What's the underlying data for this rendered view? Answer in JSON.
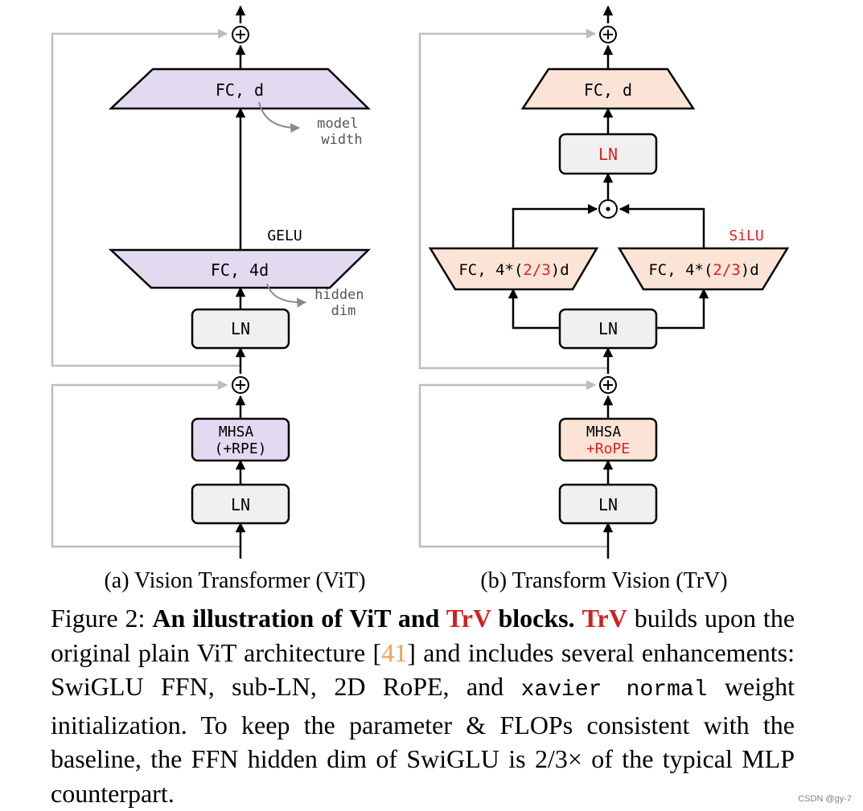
{
  "vit": {
    "fc_d": "FC, d",
    "model_width": [
      "model",
      "width"
    ],
    "gelu": "GELU",
    "fc_4d": "FC, 4d",
    "hidden_dim": [
      "hidden",
      "dim"
    ],
    "ln_ffn": "LN",
    "mhsa": [
      "MHSA",
      "(+RPE)"
    ],
    "ln_attn": "LN",
    "label": "(a) Vision Transformer (ViT)"
  },
  "trv": {
    "fc_d": "FC, d",
    "ln_sub": "LN",
    "silu": "SiLU",
    "fc_left": {
      "pre": "FC, 4*(",
      "frac": "2/3",
      "post": ")d"
    },
    "fc_right": {
      "pre": "FC, 4*(",
      "frac": "2/3",
      "post": ")d"
    },
    "ln_ffn": "LN",
    "mhsa": [
      "MHSA",
      "+RoPE"
    ],
    "ln_attn": "LN",
    "label": "(b) Transform Vision (TrV)"
  },
  "caption": {
    "prefix": "Figure 2: ",
    "bold_1": "An illustration of ViT and ",
    "bold_trv": "TrV",
    "bold_2": " blocks.",
    "trv_2": "TrV",
    "t1": " builds upon the original plain ViT architecture [",
    "ref": "41",
    "t2": "] and includes several enhancements: SwiGLU FFN, sub-LN, 2D RoPE, and ",
    "code": "xavier normal",
    "t3": " weight initialization. To keep the parameter & FLOPs consistent with the baseline, the FFN hidden dim of SwiGLU is 2/3× of the typical MLP counterpart."
  },
  "watermark": "CSDN @gy-7",
  "colors": {
    "vit_fill": "#e3d9f1",
    "trv_fill": "#fbe4d6",
    "ln_fill": "#f0f0f0",
    "highlight_red": "#e02020",
    "skip_gray": "#bdbdbd",
    "ref_orange": "#f0a050"
  }
}
